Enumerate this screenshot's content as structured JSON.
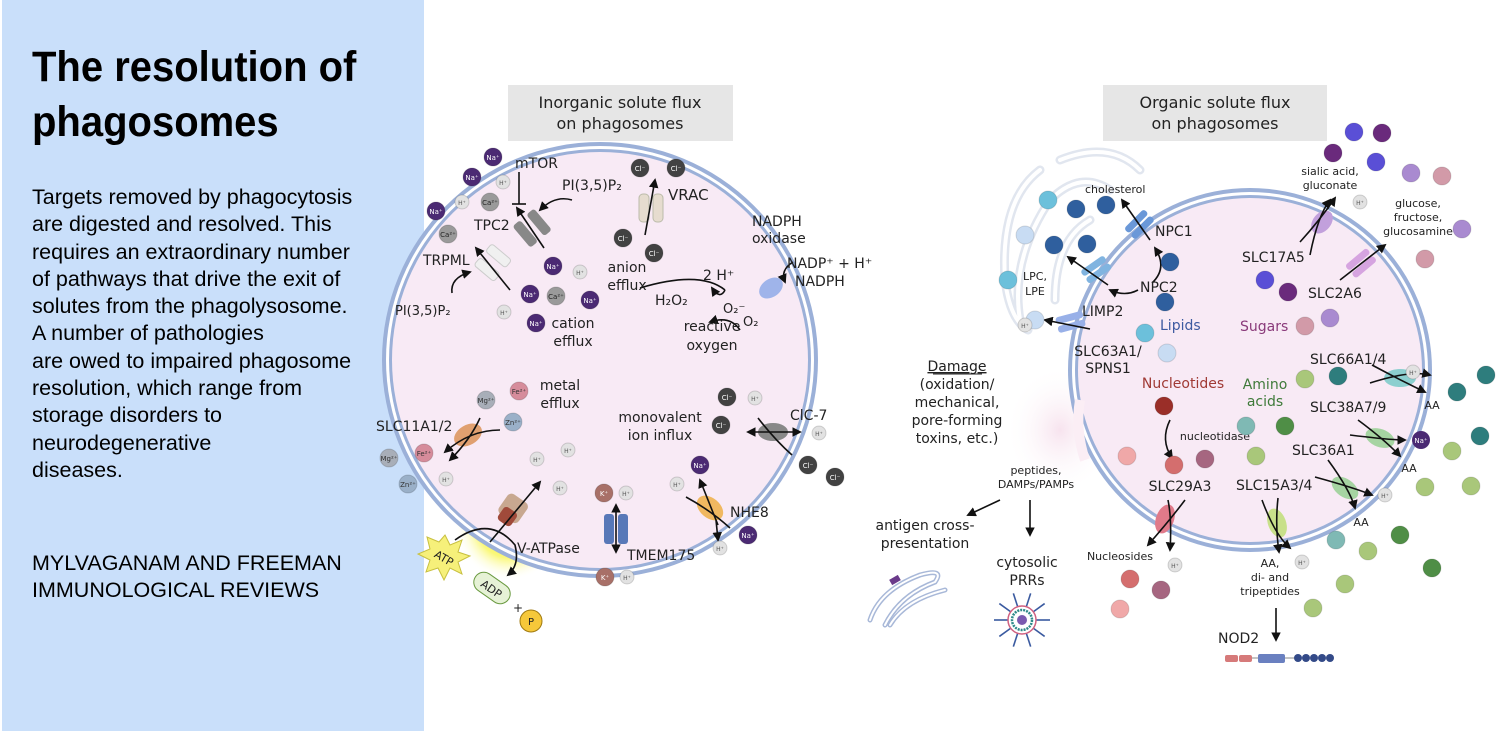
{
  "slide": {
    "title_lines": [
      "The resolution of",
      "phagosomes"
    ],
    "body_lines": [
      "Targets removed by phagocytosis",
      "are digested and resolved. This",
      "requires an extraordinary number",
      "of pathways that drive the exit of",
      "solutes from the phagolysosome.",
      "A number of pathologies",
      "are owed to impaired phagosome",
      "resolution, which range from",
      "storage disorders to",
      "neurodegenerative",
      "diseases."
    ],
    "credit_lines": [
      "MYLVAGANAM AND FREEMAN",
      "IMMUNOLOGICAL REVIEWS"
    ]
  },
  "colors": {
    "panel_bg": "#c9dffa",
    "membrane": "#9bb0d8",
    "lumen": "#f8eaf5",
    "header_box": "#e6e6e6",
    "na": "#4b2a73",
    "h": "#e2e2e2",
    "ca": "#9a9a9a",
    "cl": "#424242",
    "k": "#a87068",
    "fe": "#d68c9b",
    "mg": "#a8aeb8",
    "zn": "#9ab0c8",
    "cholesterol": "#2f5f9e",
    "lpc": "#6cc0db",
    "lipid_light": "#c8dcf3",
    "sugar_blue": "#5a4fd6",
    "sugar_purple": "#6a2a7c",
    "sugar_lilac": "#a98ad0",
    "sugar_pink": "#d29aa8",
    "nucleotide": "#9a2e28",
    "nucleoside_red": "#d46e6e",
    "nucleoside_mauve": "#a66680",
    "nucleoside_pink": "#f0a8a8",
    "aa_teal": "#2e7d7d",
    "aa_green": "#4f8e46",
    "aa_light": "#a9c77a",
    "aa_mint": "#7fb9b4"
  },
  "inorganic": {
    "header": [
      "Inorganic solute flux",
      "on phagosomes"
    ],
    "ions": {
      "na": "Na⁺",
      "h": "H⁺",
      "ca": "Ca²⁺",
      "cl": "Cl⁻",
      "k": "K⁺",
      "fe": "Fe²⁺",
      "mg": "Mg²⁺",
      "zn": "Zn²⁺"
    },
    "labels": {
      "mtor": "mTOR",
      "pi35p2_top": "PI(3,5)P₂",
      "pi35p2_left": "PI(3,5)P₂",
      "tpc2": "TPC2",
      "trpml": "TRPML",
      "vrac": "VRAC",
      "nadph_oxidase": [
        "NADPH",
        "oxidase"
      ],
      "nadp_h": "NADP⁺ + H⁺",
      "nadph": "NADPH",
      "anion_efflux": [
        "anion",
        "efflux"
      ],
      "cation_efflux": [
        "cation",
        "efflux"
      ],
      "two_h": "2 H⁺",
      "h2o2": "H₂O₂",
      "o2_minus": "O₂⁻",
      "o2": "O₂",
      "reactive_oxygen": [
        "reactive",
        "oxygen"
      ],
      "metal_efflux": [
        "metal",
        "efflux"
      ],
      "slc11a": "SLC11A1/2",
      "clc7": "ClC-7",
      "monovalent": [
        "monovalent",
        "ion influx"
      ],
      "nhe8": "NHE8",
      "tmem175": "TMEM175",
      "vatpase": "V-ATPase",
      "atp": "ATP",
      "adp": "ADP",
      "plus": "+",
      "pi": "P"
    }
  },
  "organic": {
    "header": [
      "Organic solute flux",
      "on phagosomes"
    ],
    "labels": {
      "cholesterol": "cholesterol",
      "npc1": "NPC1",
      "npc2": "NPC2",
      "limp2": "LIMP2",
      "lpc_lpe": [
        "LPC,",
        "LPE"
      ],
      "slc63a1": [
        "SLC63A1/",
        "SPNS1"
      ],
      "lipids": "Lipids",
      "sialic": [
        "sialic acid,",
        "gluconate"
      ],
      "glucose": [
        "glucose,",
        "fructose,",
        "glucosamine"
      ],
      "slc17a5": "SLC17A5",
      "slc2a6": "SLC2A6",
      "sugars": "Sugars",
      "slc66a1": "SLC66A1/4",
      "amino_acids": [
        "Amino",
        "acids"
      ],
      "slc38a7": "SLC38A7/9",
      "slc36a1": "SLC36A1",
      "slc15a3": "SLC15A3/4",
      "aa": "AA",
      "aa_peptides": [
        "AA,",
        "di- and",
        "tripeptides"
      ],
      "nod2": "NOD2",
      "nucleotides": "Nucleotides",
      "nucleotidase": "nucleotidase",
      "slc29a3": "SLC29A3",
      "nucleosides": "Nucleosides",
      "damage_title": "Damage",
      "damage_lines": [
        "(oxidation/",
        "mechanical,",
        "pore-forming",
        "toxins, etc.)"
      ],
      "peptides": [
        "peptides,",
        "DAMPs/PAMPs"
      ],
      "antigen": [
        "antigen cross-",
        "presentation"
      ],
      "prrs": [
        "cytosolic",
        "PRRs"
      ]
    }
  }
}
